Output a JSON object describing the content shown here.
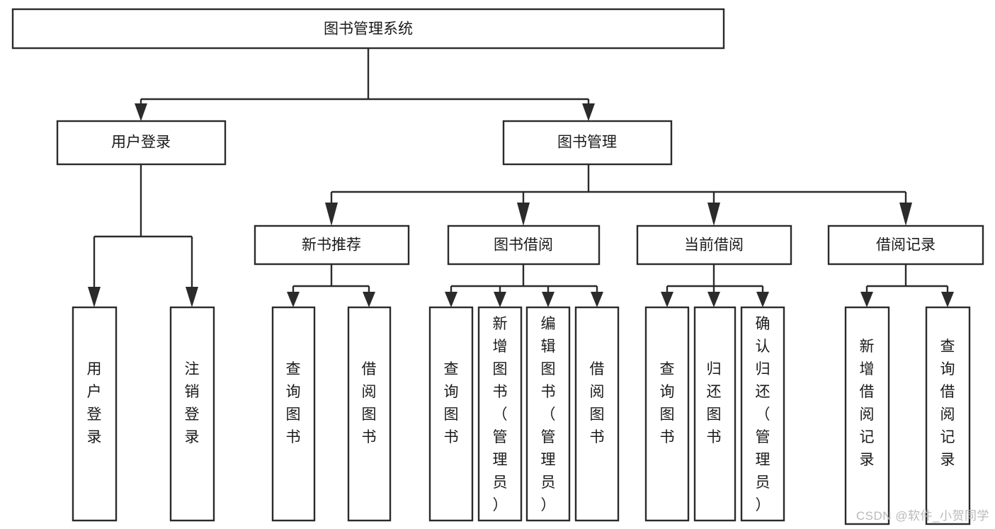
{
  "diagram": {
    "title": "图书管理系统",
    "type": "tree-hierarchy",
    "root": {
      "id": "root",
      "label": "图书管理系统"
    },
    "level2": [
      {
        "id": "user-login",
        "label": "用户登录"
      },
      {
        "id": "book-manage",
        "label": "图书管理"
      }
    ],
    "level3": [
      {
        "id": "new-book-recommend",
        "label": "新书推荐",
        "parent": "book-manage"
      },
      {
        "id": "book-borrow",
        "label": "图书借阅",
        "parent": "book-manage"
      },
      {
        "id": "current-borrow",
        "label": "当前借阅",
        "parent": "book-manage"
      },
      {
        "id": "borrow-record",
        "label": "借阅记录",
        "parent": "book-manage"
      }
    ],
    "leaves": [
      {
        "id": "leaf-user-login",
        "label": "用户登录",
        "parent": "user-login"
      },
      {
        "id": "leaf-logout-login",
        "label": "注销登录",
        "parent": "user-login"
      },
      {
        "id": "leaf-query-book-1",
        "label": "查询图书",
        "parent": "new-book-recommend"
      },
      {
        "id": "leaf-borrow-book-1",
        "label": "借阅图书",
        "parent": "new-book-recommend"
      },
      {
        "id": "leaf-query-book-2",
        "label": "查询图书",
        "parent": "book-borrow"
      },
      {
        "id": "leaf-add-book",
        "label": "新增图书（管理员）",
        "parent": "book-borrow"
      },
      {
        "id": "leaf-edit-book",
        "label": "编辑图书（管理员）",
        "parent": "book-borrow"
      },
      {
        "id": "leaf-borrow-book-2",
        "label": "借阅图书",
        "parent": "book-borrow"
      },
      {
        "id": "leaf-query-book-3",
        "label": "查询图书",
        "parent": "current-borrow"
      },
      {
        "id": "leaf-return-book",
        "label": "归还图书",
        "parent": "current-borrow"
      },
      {
        "id": "leaf-confirm-return",
        "label": "确认归还（管理员）",
        "parent": "current-borrow"
      },
      {
        "id": "leaf-add-record",
        "label": "新增借阅记录",
        "parent": "borrow-record"
      },
      {
        "id": "leaf-query-record",
        "label": "查询借阅记录",
        "parent": "borrow-record"
      }
    ],
    "colors": {
      "stroke": "#2b2b2b",
      "fill": "#ffffff",
      "text": "#1a1a1a",
      "watermark": "#b9b9b9",
      "background": "#ffffff"
    }
  },
  "watermark": {
    "text": "CSDN @软件_小贺同学"
  }
}
